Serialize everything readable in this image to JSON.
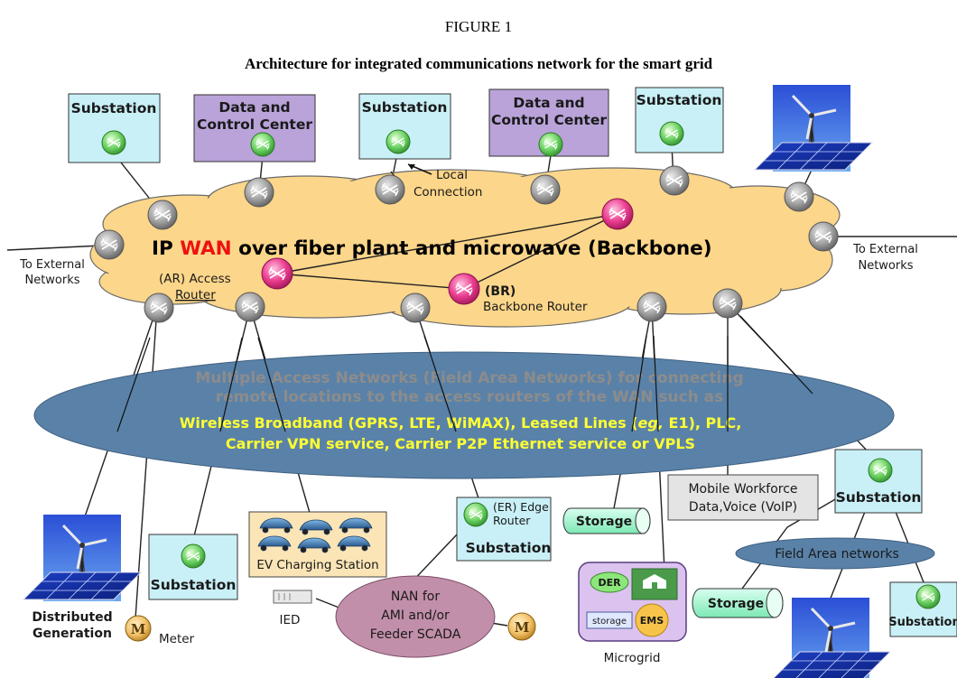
{
  "figure": {
    "label": "FIGURE 1",
    "title": "Architecture for integrated communications network for the smart grid"
  },
  "wan": {
    "title_prefix": "IP ",
    "title_highlight": "WAN",
    "title_suffix": " over fiber plant and microwave (Backbone)",
    "access_router_line1": "(AR) Access",
    "access_router_line2": "Router",
    "backbone_router_line1": "(BR)",
    "backbone_router_line2": "Backbone Router",
    "local_connection_line1": "Local",
    "local_connection_line2": "Connection"
  },
  "external": {
    "left_line1": "To External",
    "left_line2": "Networks",
    "right_line1": "To External",
    "right_line2": "Networks"
  },
  "top_nodes": {
    "substation_1": "Substation",
    "dcc_1_line1": "Data and",
    "dcc_1_line2": "Control Center",
    "substation_2": "Substation",
    "dcc_2_line1": "Data and",
    "dcc_2_line2": "Control Center",
    "substation_3": "Substation"
  },
  "access_networks": {
    "line1": "Multiple Access Networks (Field Area Networks) for connecting",
    "line2": "remote locations to the access routers of the WAN such as",
    "line3_a": "Wireless Broadband (GPRS, LTE, WiMAX), Leased Lines (",
    "line3_eg": "eg,",
    "line3_b": " E1), PLC,",
    "line4": "Carrier VPN service, Carrier P2P Ethernet service or VPLS"
  },
  "bottom": {
    "distributed_generation_line1": "Distributed",
    "distributed_generation_line2": "Generation",
    "meter_icon_letter": "M",
    "meter_label": "Meter",
    "substation_left": "Substation",
    "ev_station": "EV Charging Station",
    "ied": "IED",
    "edge_router_line1": "(ER) Edge",
    "edge_router_line2": "Router",
    "edge_substation": "Substation",
    "nan_line1": "NAN for",
    "nan_line2": "AMI and/or",
    "nan_line3": "Feeder SCADA",
    "nan_meter_letter": "M",
    "storage_1": "Storage",
    "microgrid_der": "DER",
    "microgrid_storage": "storage",
    "microgrid_ems": "EMS",
    "microgrid_label": "Microgrid",
    "mobile_line1": "Mobile Workforce",
    "mobile_line2": "Data,Voice (VoIP)",
    "substation_right": "Substation",
    "field_area_networks": "Field Area networks",
    "storage_2": "Storage",
    "substation_far_right": "Substation"
  },
  "colors": {
    "substation_fill": "#c9f0f7",
    "dcc_fill": "#b9a3d9",
    "cloud_fill": "#fcd68a",
    "access_ellipse": "#5a82a8",
    "access_text_grey": "#8c8c8c",
    "access_text_yellow": "#ffff33",
    "wan_highlight": "#ee1111",
    "router_grey": "#9a9a9a",
    "router_pink": "#e8338a",
    "router_green": "#6bd16b",
    "nan_fill": "#c28faa",
    "meter_fill": "#f0c36a",
    "storage_fill": "#a8f5c8"
  }
}
